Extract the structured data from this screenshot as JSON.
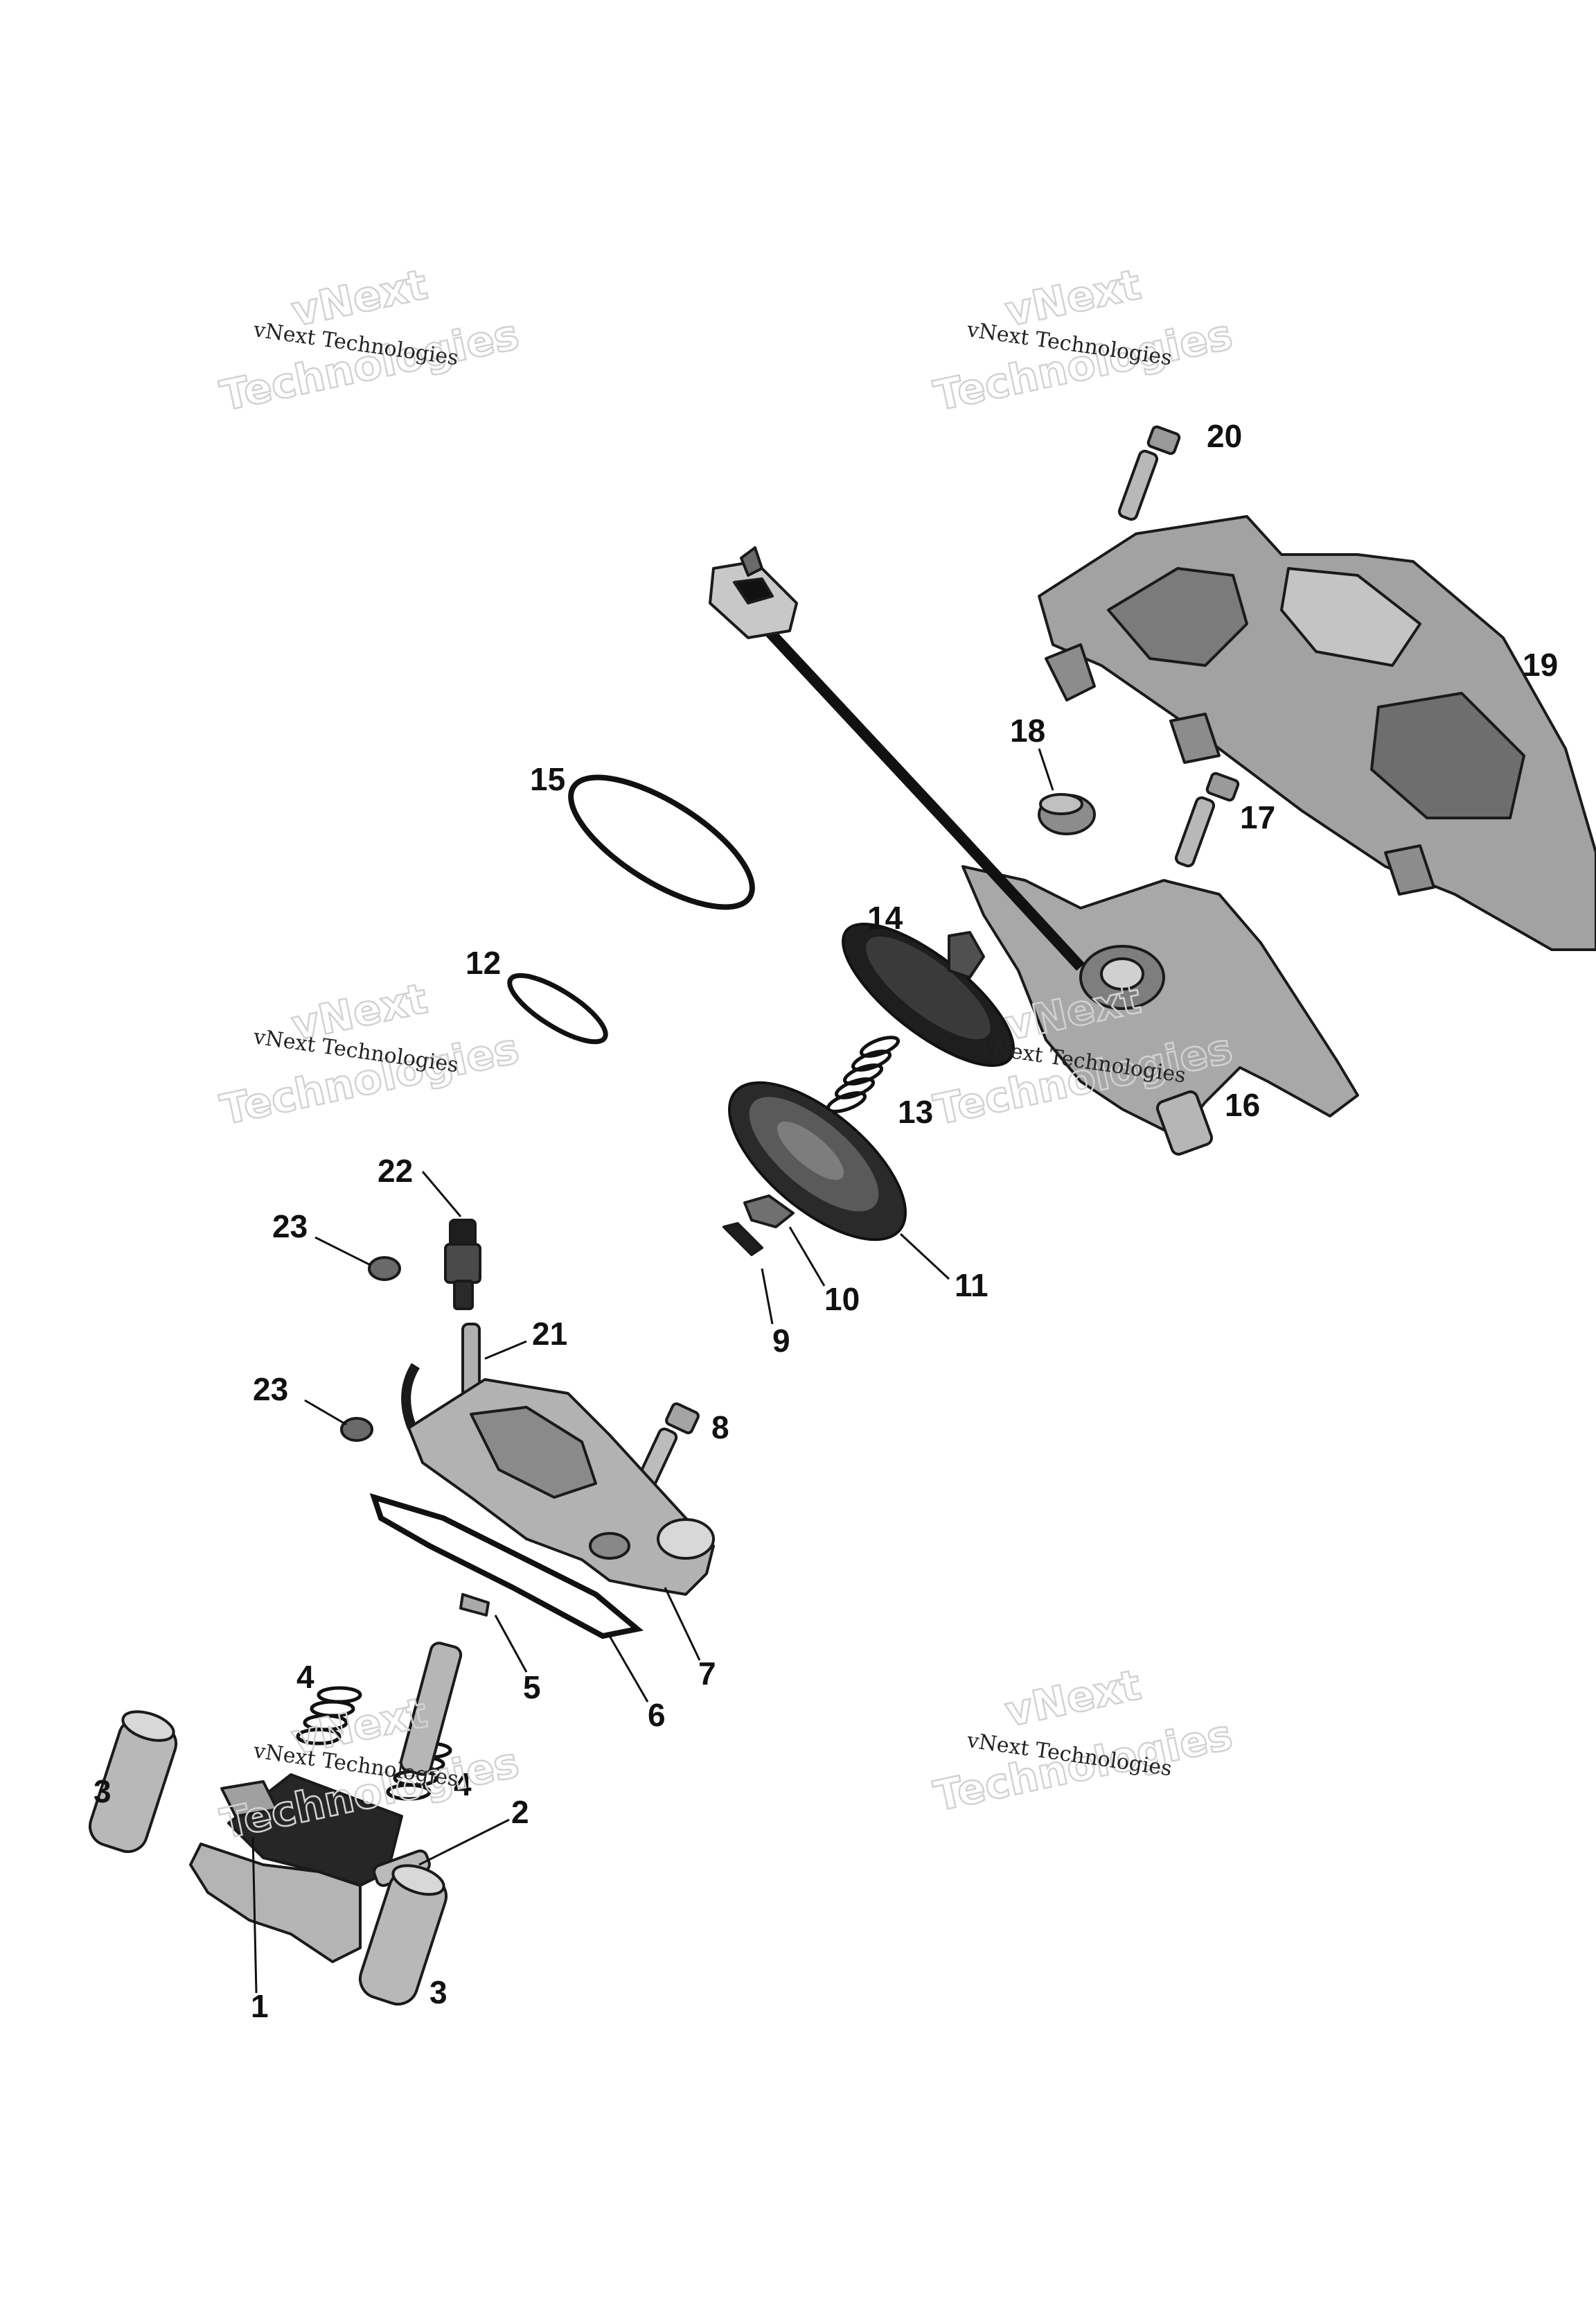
{
  "diagram": {
    "callouts": [
      {
        "id": "1",
        "text": "1"
      },
      {
        "id": "2",
        "text": "2"
      },
      {
        "id": "3a",
        "text": "3"
      },
      {
        "id": "3b",
        "text": "3"
      },
      {
        "id": "4a",
        "text": "4"
      },
      {
        "id": "4b",
        "text": "4"
      },
      {
        "id": "5",
        "text": "5"
      },
      {
        "id": "6",
        "text": "6"
      },
      {
        "id": "7",
        "text": "7"
      },
      {
        "id": "8",
        "text": "8"
      },
      {
        "id": "9",
        "text": "9"
      },
      {
        "id": "10",
        "text": "10"
      },
      {
        "id": "11",
        "text": "11"
      },
      {
        "id": "12",
        "text": "12"
      },
      {
        "id": "13",
        "text": "13"
      },
      {
        "id": "14",
        "text": "14"
      },
      {
        "id": "15",
        "text": "15"
      },
      {
        "id": "16",
        "text": "16"
      },
      {
        "id": "17",
        "text": "17"
      },
      {
        "id": "18",
        "text": "18"
      },
      {
        "id": "19",
        "text": "19"
      },
      {
        "id": "20",
        "text": "20"
      },
      {
        "id": "21",
        "text": "21"
      },
      {
        "id": "22",
        "text": "22"
      },
      {
        "id": "23a",
        "text": "23"
      },
      {
        "id": "23b",
        "text": "23"
      }
    ]
  },
  "watermark": {
    "line1": "vNext",
    "line2": "Technologies",
    "small_text": "vNext Technologies"
  },
  "colors": {
    "part_fill": "#a9a9a9",
    "part_dark": "#5a5a5a",
    "part_light": "#d6d6d6",
    "line": "#111111",
    "watermark_outline": "#d2d2d2"
  }
}
